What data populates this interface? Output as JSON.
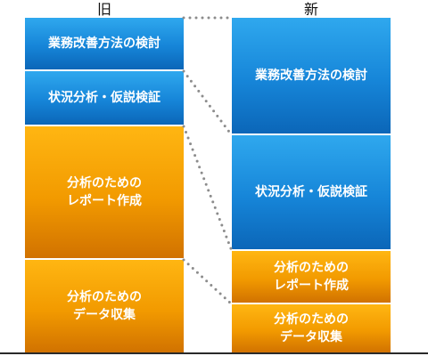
{
  "old": {
    "title": "旧",
    "blocks": [
      {
        "label": "業務改善方法の検討",
        "color": "blue"
      },
      {
        "label": "状況分析・仮説検証",
        "color": "blue"
      },
      {
        "label": "分析のための\nレポート作成",
        "color": "orange"
      },
      {
        "label": "分析のための\nデータ収集",
        "color": "orange"
      }
    ]
  },
  "new": {
    "title": "新",
    "blocks": [
      {
        "label": "業務改善方法の検討",
        "color": "blue"
      },
      {
        "label": "状況分析・仮説検証",
        "color": "blue"
      },
      {
        "label": "分析のための\nレポート作成",
        "color": "orange"
      },
      {
        "label": "分析のための\nデータ収集",
        "color": "orange"
      }
    ]
  },
  "colors": {
    "blue": "#1685d8",
    "orange": "#f29a00",
    "connector": "#8c8c8c"
  }
}
